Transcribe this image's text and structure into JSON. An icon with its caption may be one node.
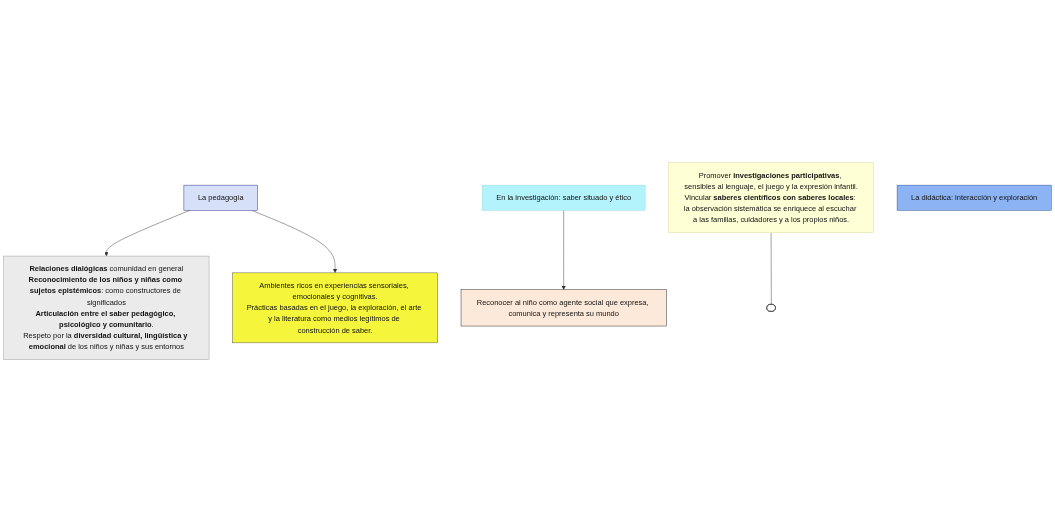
{
  "diagram": {
    "nodes": [
      {
        "text": [
          "La pedagogía"
        ]
      },
      {
        "text": [
          "**Relaciones dialógicas** comunidad en general",
          "**Reconocimiento de los niños y niñas como sujetos epistémicos**: como constructores de significados",
          "**Articulación entre el saber pedagógico, psicológico y comunitario**.",
          "Respeto por la **diversidad cultural, lingüística y emocional** de los niños y niñas y sus entornos"
        ]
      },
      {
        "text": [
          "En la investigación: saber situado y ético"
        ]
      },
      {
        "text": [
          "Promover **investigaciones participativas**, sensibles al lenguaje, el juego y la expresión infantil.",
          "Vincular **saberes científicos con saberes locales**: la observación sistemática se enriquece al escuchar a las familias, cuidadores y a los propios niños."
        ]
      },
      {
        "text": [
          "Reconocer al niño como agente social que expresa, comunica y representa su mundo"
        ]
      },
      {
        "text": [
          "La didáctica: interacción y exploración"
        ]
      },
      {
        "text": [
          "Ambientes ricos en experiencias sensoriales, emocionales y cognitivas.",
          "Prácticas basadas en el juego, la exploración, el arte y la literatura como medios legítimos de construcción de saber."
        ]
      },
      {
        "text": [],
        "shape": "ellipse"
      }
    ],
    "edges": [
      {
        "from": 0,
        "to": 1,
        "arrow": "to"
      },
      {
        "from": 0,
        "to": 6,
        "arrow": "to"
      },
      {
        "from": 2,
        "to": 4,
        "arrow": "to"
      },
      {
        "from": 3,
        "to": 7,
        "arrow": "none"
      }
    ]
  }
}
